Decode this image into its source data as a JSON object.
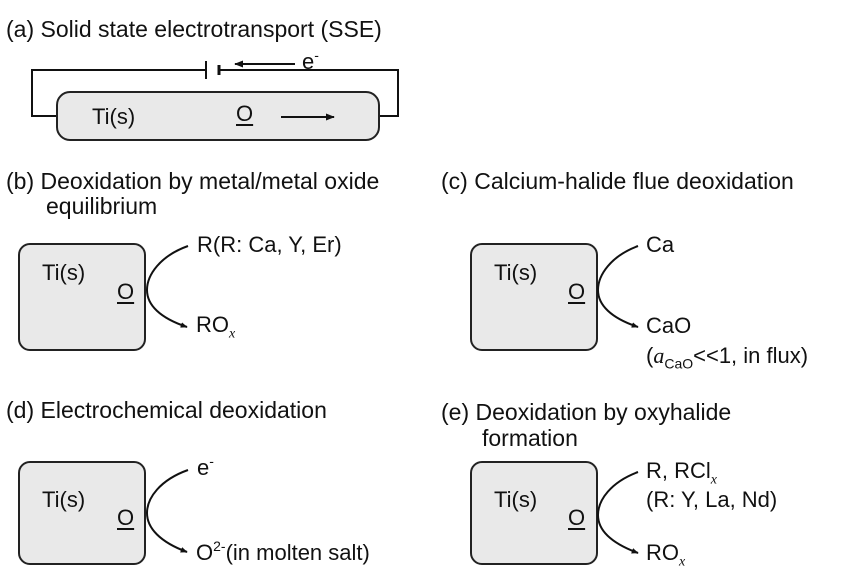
{
  "panels": {
    "a": {
      "title": "(a) Solid state electrotransport (SSE)",
      "ti": "Ti(s)",
      "o": "O",
      "electron": "e",
      "electron_sup": "-"
    },
    "b": {
      "title_line1": "(b) Deoxidation by metal/metal oxide",
      "title_line2": "equilibrium",
      "ti": "Ti(s)",
      "o": "O",
      "reactant": "R(R: Ca, Y, Er)",
      "product": "RO",
      "product_sub": "x"
    },
    "c": {
      "title": "(c) Calcium-halide flue deoxidation",
      "ti": "Ti(s)",
      "o": "O",
      "reactant": "Ca",
      "product": "CaO",
      "note_open": "(",
      "note_a": "a",
      "note_sub": "CaO",
      "note_rest": "<<1, in flux)"
    },
    "d": {
      "title": "(d) Electrochemical deoxidation",
      "ti": "Ti(s)",
      "o": "O",
      "reactant": "e",
      "reactant_sup": "-",
      "product": "O",
      "product_sup": "2-",
      "product_rest": "(in molten salt)"
    },
    "e": {
      "title_line1": "(e) Deoxidation by oxyhalide",
      "title_line2": "formation",
      "ti": "Ti(s)",
      "o": "O",
      "reactant": "R, RCl",
      "reactant_sub": "x",
      "reactant_note": "(R: Y, La, Nd)",
      "product": "RO",
      "product_sub": "x"
    }
  }
}
